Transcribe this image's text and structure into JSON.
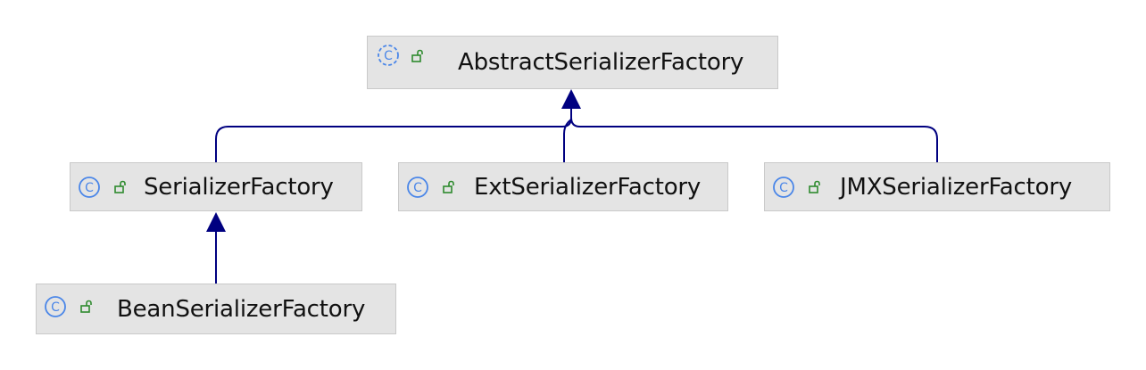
{
  "diagram": {
    "colors": {
      "edge": "#000080",
      "class_icon": "#4a86e8",
      "lock_icon": "#2e8b2e",
      "node_fill": "#e4e4e4",
      "node_border": "#c9c9c9"
    },
    "nodes": {
      "abstract_serializer_factory": {
        "label": "AbstractSerializerFactory",
        "icon": "abstract-class-icon"
      },
      "serializer_factory": {
        "label": "SerializerFactory",
        "icon": "class-icon"
      },
      "ext_serializer_factory": {
        "label": "ExtSerializerFactory",
        "icon": "class-icon"
      },
      "jmx_serializer_factory": {
        "label": "JMXSerializerFactory",
        "icon": "class-icon"
      },
      "bean_serializer_factory": {
        "label": "BeanSerializerFactory",
        "icon": "class-icon"
      }
    },
    "edges": [
      {
        "from": "serializer_factory",
        "to": "abstract_serializer_factory",
        "type": "extends"
      },
      {
        "from": "ext_serializer_factory",
        "to": "abstract_serializer_factory",
        "type": "extends"
      },
      {
        "from": "jmx_serializer_factory",
        "to": "abstract_serializer_factory",
        "type": "extends"
      },
      {
        "from": "bean_serializer_factory",
        "to": "serializer_factory",
        "type": "extends"
      }
    ]
  }
}
